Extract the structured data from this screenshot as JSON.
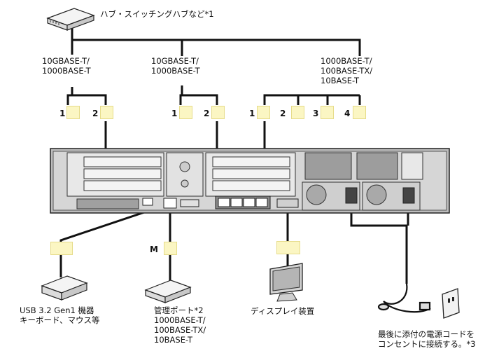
{
  "hub": {
    "label": "ハブ・スイッチングハブなど*1",
    "icon": "network-hub-icon"
  },
  "groups": [
    {
      "speed": "10GBASE-T/\n1000BASE-T",
      "ports": [
        "1",
        "2"
      ]
    },
    {
      "speed": "10GBASE-T/\n1000BASE-T",
      "ports": [
        "1",
        "2"
      ]
    },
    {
      "speed": "1000BASE-T/\n100BASE-TX/\n10BASE-T",
      "ports": [
        "1",
        "2",
        "3",
        "4"
      ]
    }
  ],
  "usb": {
    "icon": "usb-icon",
    "label": "USB 3.2 Gen1 機器\nキーボード、マウス等"
  },
  "management": {
    "port": "M",
    "icon": "lan-port-icon",
    "label": "管理ポート*2\n1000BASE-T/\n100BASE-TX/\n10BASE-T"
  },
  "display": {
    "icon": "vga-port-icon",
    "label": "ディスプレイ装置"
  },
  "power": {
    "icon": "power-plug-icon",
    "label": "最後に添付の電源コードを\nコンセントに接続する。*3"
  },
  "colors": {
    "port_bg": "#fbf6c3",
    "line": "#111111",
    "chassis": "#bcbcbc"
  }
}
